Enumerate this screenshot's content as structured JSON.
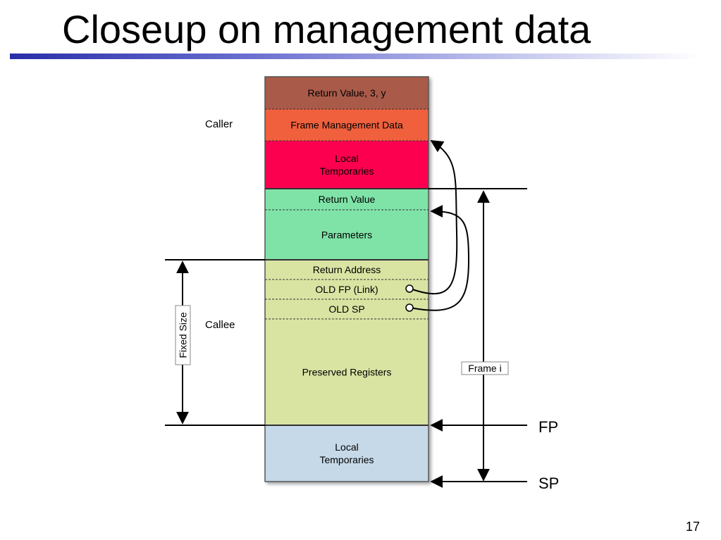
{
  "slide": {
    "title": "Closeup on management data",
    "page_number": "17"
  },
  "diagram": {
    "blocks": [
      {
        "label": "Return Value, 3, y",
        "color": "#a95a4a"
      },
      {
        "label": "Frame Management Data",
        "color": "#f0603e"
      },
      {
        "label": "Local\nTemporaries",
        "color": "#fc0050"
      },
      {
        "label": "Return Value",
        "color": "#7fe3a8"
      },
      {
        "label": "Parameters",
        "color": "#7fe3a8"
      },
      {
        "label": "Return Address",
        "color": "#d9e4a3"
      },
      {
        "label": "OLD FP (Link)",
        "color": "#d9e4a3"
      },
      {
        "label": "OLD SP",
        "color": "#d9e4a3"
      },
      {
        "label": "Preserved Registers",
        "color": "#d9e4a3"
      },
      {
        "label": "Local\nTemporaries",
        "color": "#c6d9e9"
      }
    ],
    "caller_label": "Caller",
    "callee_label": "Callee",
    "fixed_size_label": "Fixed Size",
    "frame_label": "Frame i",
    "fp_label": "FP",
    "sp_label": "SP"
  }
}
